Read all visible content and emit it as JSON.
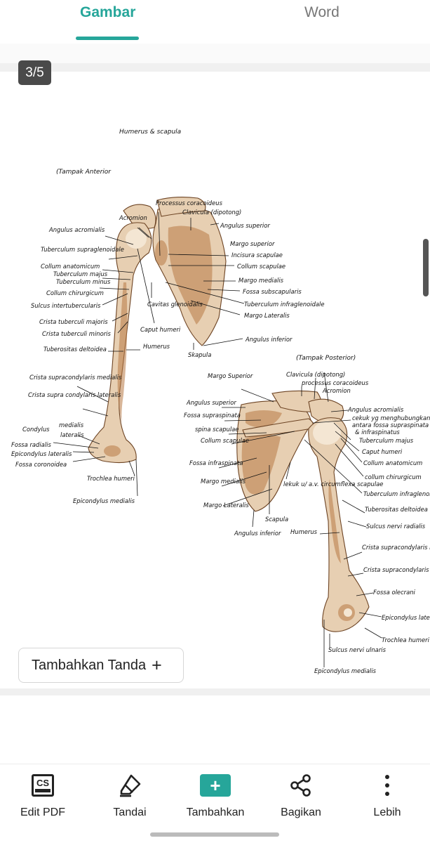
{
  "tabs": [
    {
      "label": "Gambar",
      "active": true
    },
    {
      "label": "Word",
      "active": false
    }
  ],
  "accent_color": "#26a69a",
  "viewer": {
    "page_counter": "3/5",
    "mark_button_label": "Tambahkan Tanda",
    "mark_button_icon": "plus-icon"
  },
  "diagram": {
    "title": "Humerus & scapula",
    "anterior": {
      "view_label": "(Tampak Anterior",
      "labels": {
        "processus_coracoideus": "Processus coracoideus",
        "acromion": "Acromion",
        "clavicula": "Clavicula (dipotong)",
        "angulus_acromialis": "Angulus acromialis",
        "angulus_superior": "Angulus superior",
        "tuberculum_supraglenoidale": "Tuberculum supraglenoidale",
        "margo_superior": "Margo superior",
        "incisura_scapulae": "Incisura scapulae",
        "collum_anatomicum": "Collum anatomicum",
        "collum_scapulae": "Collum scapulae",
        "tuberculum_majus": "Tuberculum majus",
        "tuberculum_minus": "Tuberculum minus",
        "margo_medialis": "Margo medialis",
        "collum_chirurgicum": "Collum chirurgicum",
        "fossa_subscapularis": "Fossa subscapularis",
        "sulcus_intertubercularis": "Sulcus intertubercularis",
        "cavitas_glenoidalis": "Cavitas glenoidalis",
        "tuberculum_infraglenoidale": "Tuberculum infraglenoidale",
        "margo_lateralis": "Margo Lateralis",
        "crista_tuberculi_majoris": "Crista tuberculi majoris",
        "crista_tuberculi_minoris": "Crista tuberculi minoris",
        "caput_humeri": "Caput humeri",
        "angulus_inferior": "Angulus inferior",
        "tuberositas_deltoidea": "Tuberositas deltoidea",
        "humerus": "Humerus",
        "scapula": "Skapula",
        "crista_supracondylaris_medialis": "Crista supracondylaris medialis",
        "crista_supracondylaris_lateralis": "Crista supra condylaris lateralis",
        "condylus": "Condylus",
        "medialis": "medialis",
        "lateralis": "lateralis",
        "fossa_radialis": "Fossa radialis",
        "epicondylus_lateralis": "Epicondylus lateralis",
        "fossa_coronoidea": "Fossa coronoidea",
        "trochlea_humeri": "Trochlea humeri",
        "epicondylus_medialis": "Epicondylus medialis"
      }
    },
    "posterior": {
      "view_label": "(Tampak Posterior)",
      "labels": {
        "margo_superior": "Margo Superior",
        "clavicula": "Clavicula (dipotong)",
        "processus_coracoideus": "processus coracoideus",
        "acromion": "Acromion",
        "angulus_superior": "Angulus superior",
        "angulus_acromialis": "Angulus acromialis",
        "fossa_supraspinata": "Fossa supraspinata",
        "cekuk_1": "cekuk yg menghubungkan",
        "cekuk_2": "antara fossa supraspinata",
        "cekuk_3": "& infraspinatus",
        "spina_scapulae": "spina scapulae",
        "tuberculum_majus": "Tuberculum majus",
        "collum_scapulae": "Collum scapulae",
        "caput_humeri": "Caput humeri",
        "fossa_infraspinata": "Fossa infraspinata",
        "collum_anatomicum": "Collum anatomicum",
        "collum_chirurgicum": "collum chirurgicum",
        "margo_medialis": "Margo medialis",
        "lekuk": "lekuk u/ a.v. circumflexa scapulae",
        "tuberculum_infraglenoidale": "Tuberculum infraglenoidale",
        "margo_lateralis": "Margo Lateralis",
        "tuberositas_deltoidea": "Tuberositas deltoidea",
        "scapula": "Scapula",
        "sulcus_nervi_radialis": "Sulcus nervi radialis",
        "angulus_inferior": "Angulus inferior",
        "humerus": "Humerus",
        "crista_supracondylaris_medialis": "Crista supracondylaris medialis",
        "crista_supracondylaris_lateralis": "Crista supracondylaris lateralis",
        "fossa_olecrani": "Fossa olecrani",
        "epicondylus_lateralis": "Epicondylus lateralis",
        "trochlea_humeri": "Trochlea humeri",
        "sulcus_nervi_ulnaris": "Sulcus nervi ulnaris",
        "epicondylus_medialis": "Epicondylus medialis"
      }
    }
  },
  "bottom_nav": [
    {
      "label": "Edit PDF",
      "icon": "cs-icon"
    },
    {
      "label": "Tandai",
      "icon": "highlighter-icon"
    },
    {
      "label": "Tambahkan",
      "icon": "plus-icon"
    },
    {
      "label": "Bagikan",
      "icon": "share-icon"
    },
    {
      "label": "Lebih",
      "icon": "more-vertical-icon"
    }
  ],
  "nav_cs_text": "CS"
}
